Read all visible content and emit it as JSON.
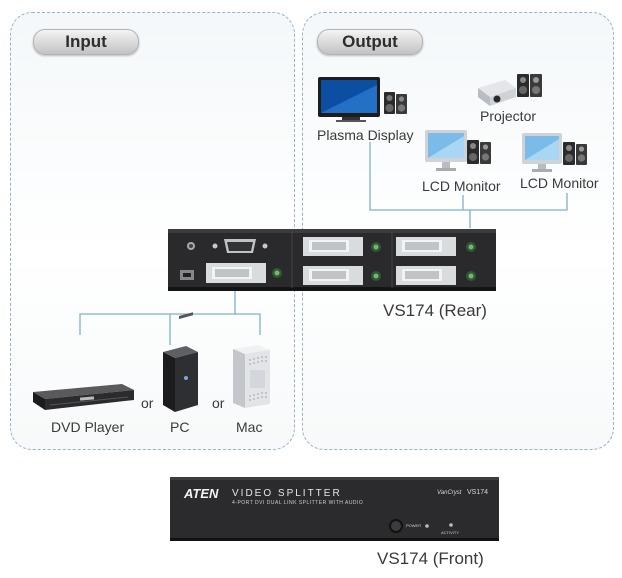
{
  "panels": {
    "input_title": "Input",
    "output_title": "Output"
  },
  "outputs": {
    "plasma": "Plasma Display",
    "projector": "Projector",
    "lcd1": "LCD Monitor",
    "lcd2": "LCD Monitor"
  },
  "inputs": {
    "dvd": "DVD Player",
    "pc": "PC",
    "mac": "Mac",
    "or1": "or",
    "or2": "or"
  },
  "rear_label": "VS174 (Rear)",
  "front_label": "VS174 (Front)",
  "front_panel": {
    "brand": "ATEN",
    "product": "VIDEO SPLITTER",
    "subtitle": "4-PORT DVI DUAL LINK SPLITTER WITH AUDIO",
    "sub_brand": "VanCryst",
    "model": "VS174",
    "power": "POWER",
    "activity": "ACTIVITY"
  }
}
